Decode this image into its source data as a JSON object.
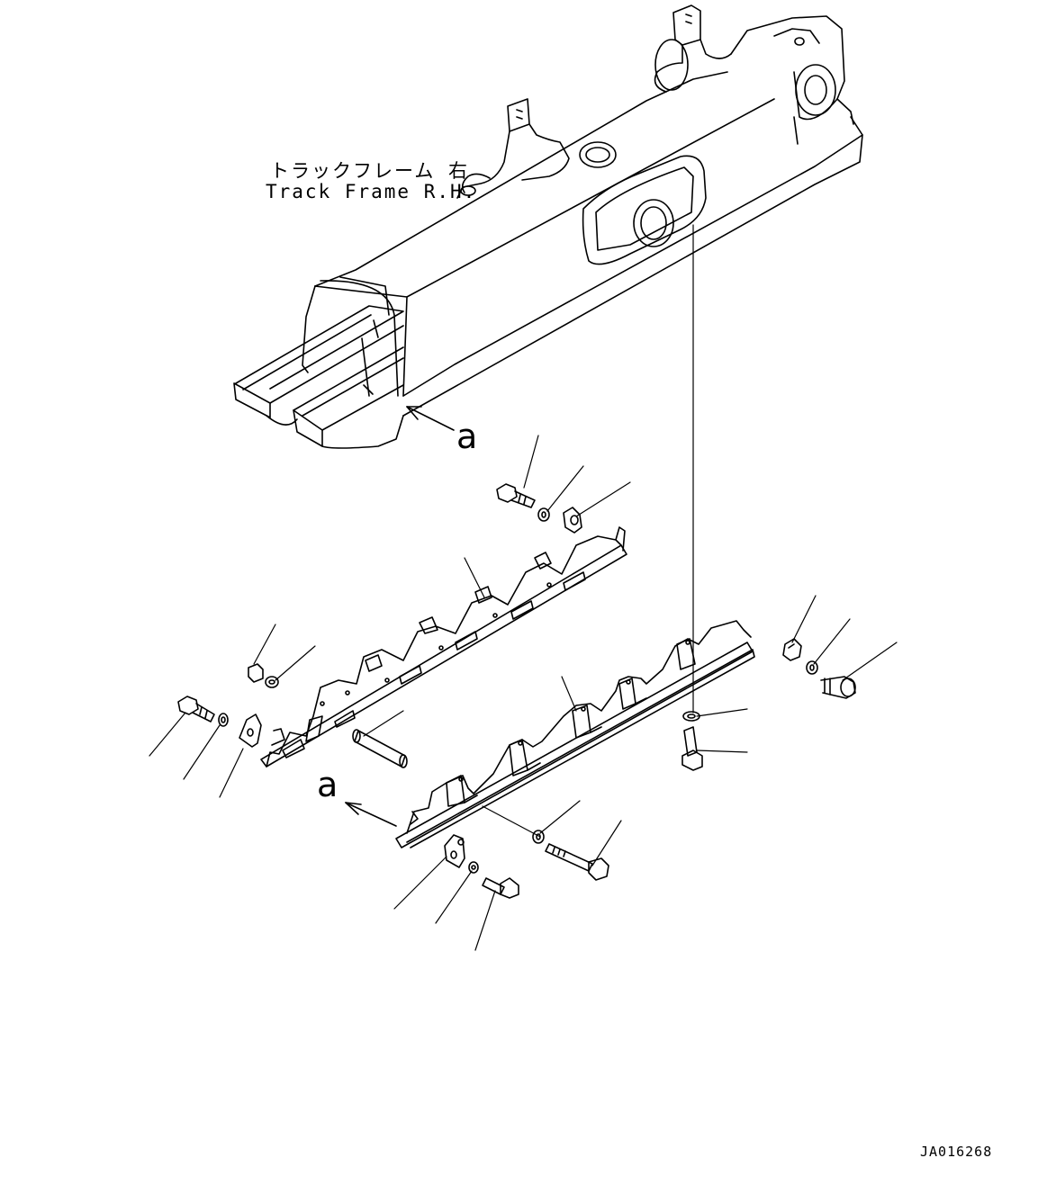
{
  "figure": {
    "frame_label_jp": "トラックフレーム 右",
    "frame_label_en": "Track Frame R.H.",
    "view_marker_top": "a",
    "view_marker_bottom": "a",
    "drawing_id": "JA016268"
  },
  "colors": {
    "line": "#000000",
    "background": "#ffffff"
  },
  "icons": [
    "track-frame",
    "rock-guard-outer",
    "rock-guard-inner",
    "bolt",
    "washer",
    "nut",
    "plate",
    "spacer-pipe",
    "leader-line",
    "view-arrow"
  ]
}
